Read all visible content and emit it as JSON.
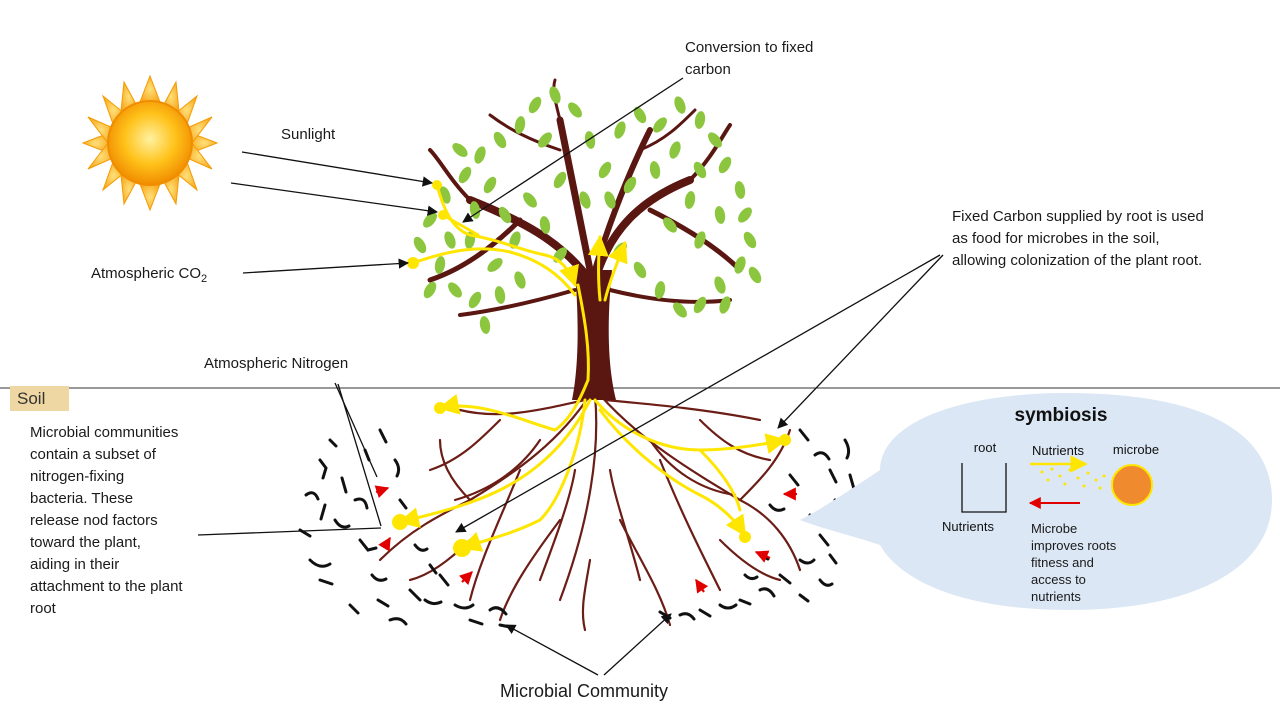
{
  "labels": {
    "sunlight": "Sunlight",
    "conversion": "Conversion to fixed carbon",
    "atmospheric_co2": "Atmospheric CO",
    "co2_subscript": "2",
    "fixed_carbon": "Fixed Carbon supplied by root is used as food for microbes in the soil, allowing colonization of the plant root.",
    "atmospheric_nitrogen": "Atmospheric Nitrogen",
    "soil": "Soil",
    "microbial_communities": "Microbial communities contain a subset of nitrogen-fixing bacteria. These release nod factors toward the plant, aiding in their attachment to the plant root",
    "microbial_community": "Microbial Community"
  },
  "symbiosis": {
    "title": "symbiosis",
    "root": "root",
    "nutrients_top": "Nutrients",
    "microbe": "microbe",
    "nutrients_bottom": "Nutrients",
    "microbe_note": "Microbe improves roots fitness and access to nutrients"
  },
  "colors": {
    "sun": "#f7a81b",
    "leaf": "#8cc63f",
    "trunk": "#5a1712",
    "flow": "#ffe600",
    "nitrogen_arrow": "#e00000",
    "bubble": "#dbe7f4",
    "microbe": "#f08a2e",
    "soil_tag": "#efd7a3"
  }
}
